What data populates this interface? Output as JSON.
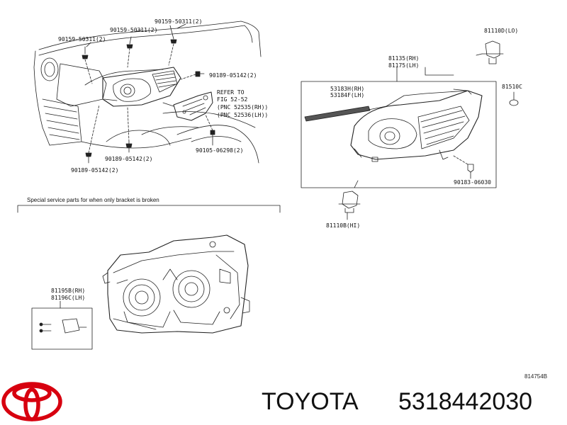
{
  "parts": {
    "p90159_50311_a": "90159-50311(2)",
    "p90159_50311_b": "90159-50311(2)",
    "p90159_50311_c": "90159-50311(2)",
    "p90189_05142_a": "90189-05142(2)",
    "p90189_05142_b": "90189-05142(2)",
    "p90189_05142_c": "90189-05142(2)",
    "p90105_06298": "90105-06298(2)",
    "refer1": "REFER TO",
    "refer2": "FIG 52-52",
    "refer3": "(PNC 52535(RH))",
    "refer4": "(PNC 52536(LH))",
    "p81110D": "81110D(LO)",
    "p81135": "81135(RH)",
    "p81175": "81175(LH)",
    "p53183H": "53183H(RH)",
    "p53184F": "53184F(LH)",
    "p81510C": "81510C",
    "p90183_06030": "90183-06030",
    "p81110B": "81110B(HI)",
    "p81195B": "81195B(RH)",
    "p81196C": "81196C(LH)"
  },
  "note": "Special service parts for when only bracket is broken",
  "diagram_code": "814754B",
  "brand": {
    "name": "TOYOTA",
    "part_number": "5318442030",
    "logo_color": "#d7000f"
  }
}
